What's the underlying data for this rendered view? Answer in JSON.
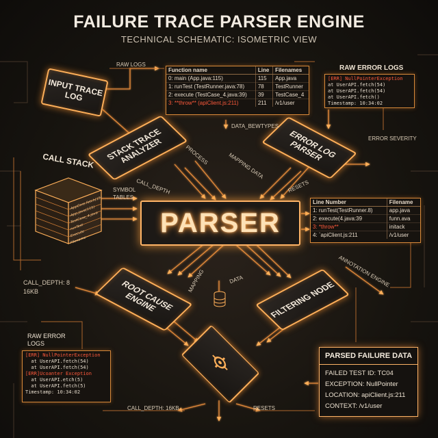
{
  "title": "FAILURE TRACE PARSER ENGINE",
  "subtitle": "TECHNICAL SCHEMATIC: ISOMETRIC VIEW",
  "nodes": {
    "input": "INPUT TRACE LOG",
    "stack_analyzer": "STACK TRACE ANALYZER",
    "error_log_parser": "ERROR LOG PARSER",
    "parser": "PARSER",
    "root_cause": "ROOT CAUSE ENGINE",
    "filtering": "FILTERING NODE",
    "call_stack": "CALL STACK"
  },
  "labels": {
    "raw_logs_top": "RAW LOGS",
    "raw_error_logs_top": "RAW ERROR LOGS",
    "data_bewtypes": "DATA_BEWTYPES",
    "error_severity": "ERROR SEVERITY",
    "process": "PROCESS",
    "mapping_data": "MAPPING DATA",
    "call_depth": "CALL_DEPTH",
    "resets_top": "RESETS",
    "symbol_tables": "SYMBOL TABLES",
    "call_depth_8": "CALL_DEPTH: 8",
    "size_16kb": "16KB",
    "mapping": "MAPPING",
    "data": "DATA",
    "annotation_engine": "ANNOTATION ENGINE",
    "raw_error_logs_bottom": "RAW ERROR LOGS",
    "call_depth_16kb": "CALL_DEPTH: 16KB",
    "resets_bottom": "RESETS"
  },
  "call_stack_rows": [
    "AppCore.fetch(15)",
    "App.java(115)",
    "TestCase_4.java",
    "runTest",
    "Execute",
    "Filename"
  ],
  "table_top": {
    "headers": [
      "Function name",
      "Line",
      "Filenames"
    ],
    "rows": [
      [
        "0: main (App.java:115)",
        "115",
        "App.java",
        false
      ],
      [
        "1: runTest (TestRunner.java:78)",
        "78",
        "TestRunner",
        false
      ],
      [
        "2: execute (TestCase_4.java:39)",
        "39",
        "TestCase_4",
        false
      ],
      [
        "3: **throw** (apiClient.js:211)",
        "211",
        "/v1/user",
        true
      ]
    ]
  },
  "table_mid": {
    "headers": [
      "Line Number",
      "Filename"
    ],
    "rows": [
      [
        "1: runTest(TestRunner.8)",
        "app.java",
        false
      ],
      [
        "2: execute(4.java:39",
        "funn.ava",
        false
      ],
      [
        "3: *throw**",
        "initack",
        true
      ],
      [
        "4: `apiClient.js:211",
        "/v1/user",
        false
      ]
    ]
  },
  "raw_error_top": [
    "[ERR] NullPointerException",
    "at UserAPI.fetch(54)",
    "at UserAPI.fetch(54)",
    "at UserAPI.fetch()",
    "Timestamp: 10:34:02"
  ],
  "raw_error_bottom": [
    "[ERR] NullPointerException",
    "  at UserAPI.fetch(54)",
    "  at UserAPI.fetch(54)",
    "[ERR]Ucoanter Exception",
    "  at UserAPI.etch(5)",
    "  at UserAPI.fetch(5)",
    "Timestamp: 10:34:02"
  ],
  "result": {
    "heading": "PARSED FAILURE DATA",
    "lines": [
      "FAILED TEST ID: TC04",
      "EXCEPTION: NullPointer",
      "LOCATION: apiClient.js:211",
      "CONTEXT: /v1/user"
    ]
  },
  "colors": {
    "accent": "#ffb05a",
    "glow": "#ff9b3a",
    "error": "#ff5a3c",
    "background": "#17140f"
  }
}
